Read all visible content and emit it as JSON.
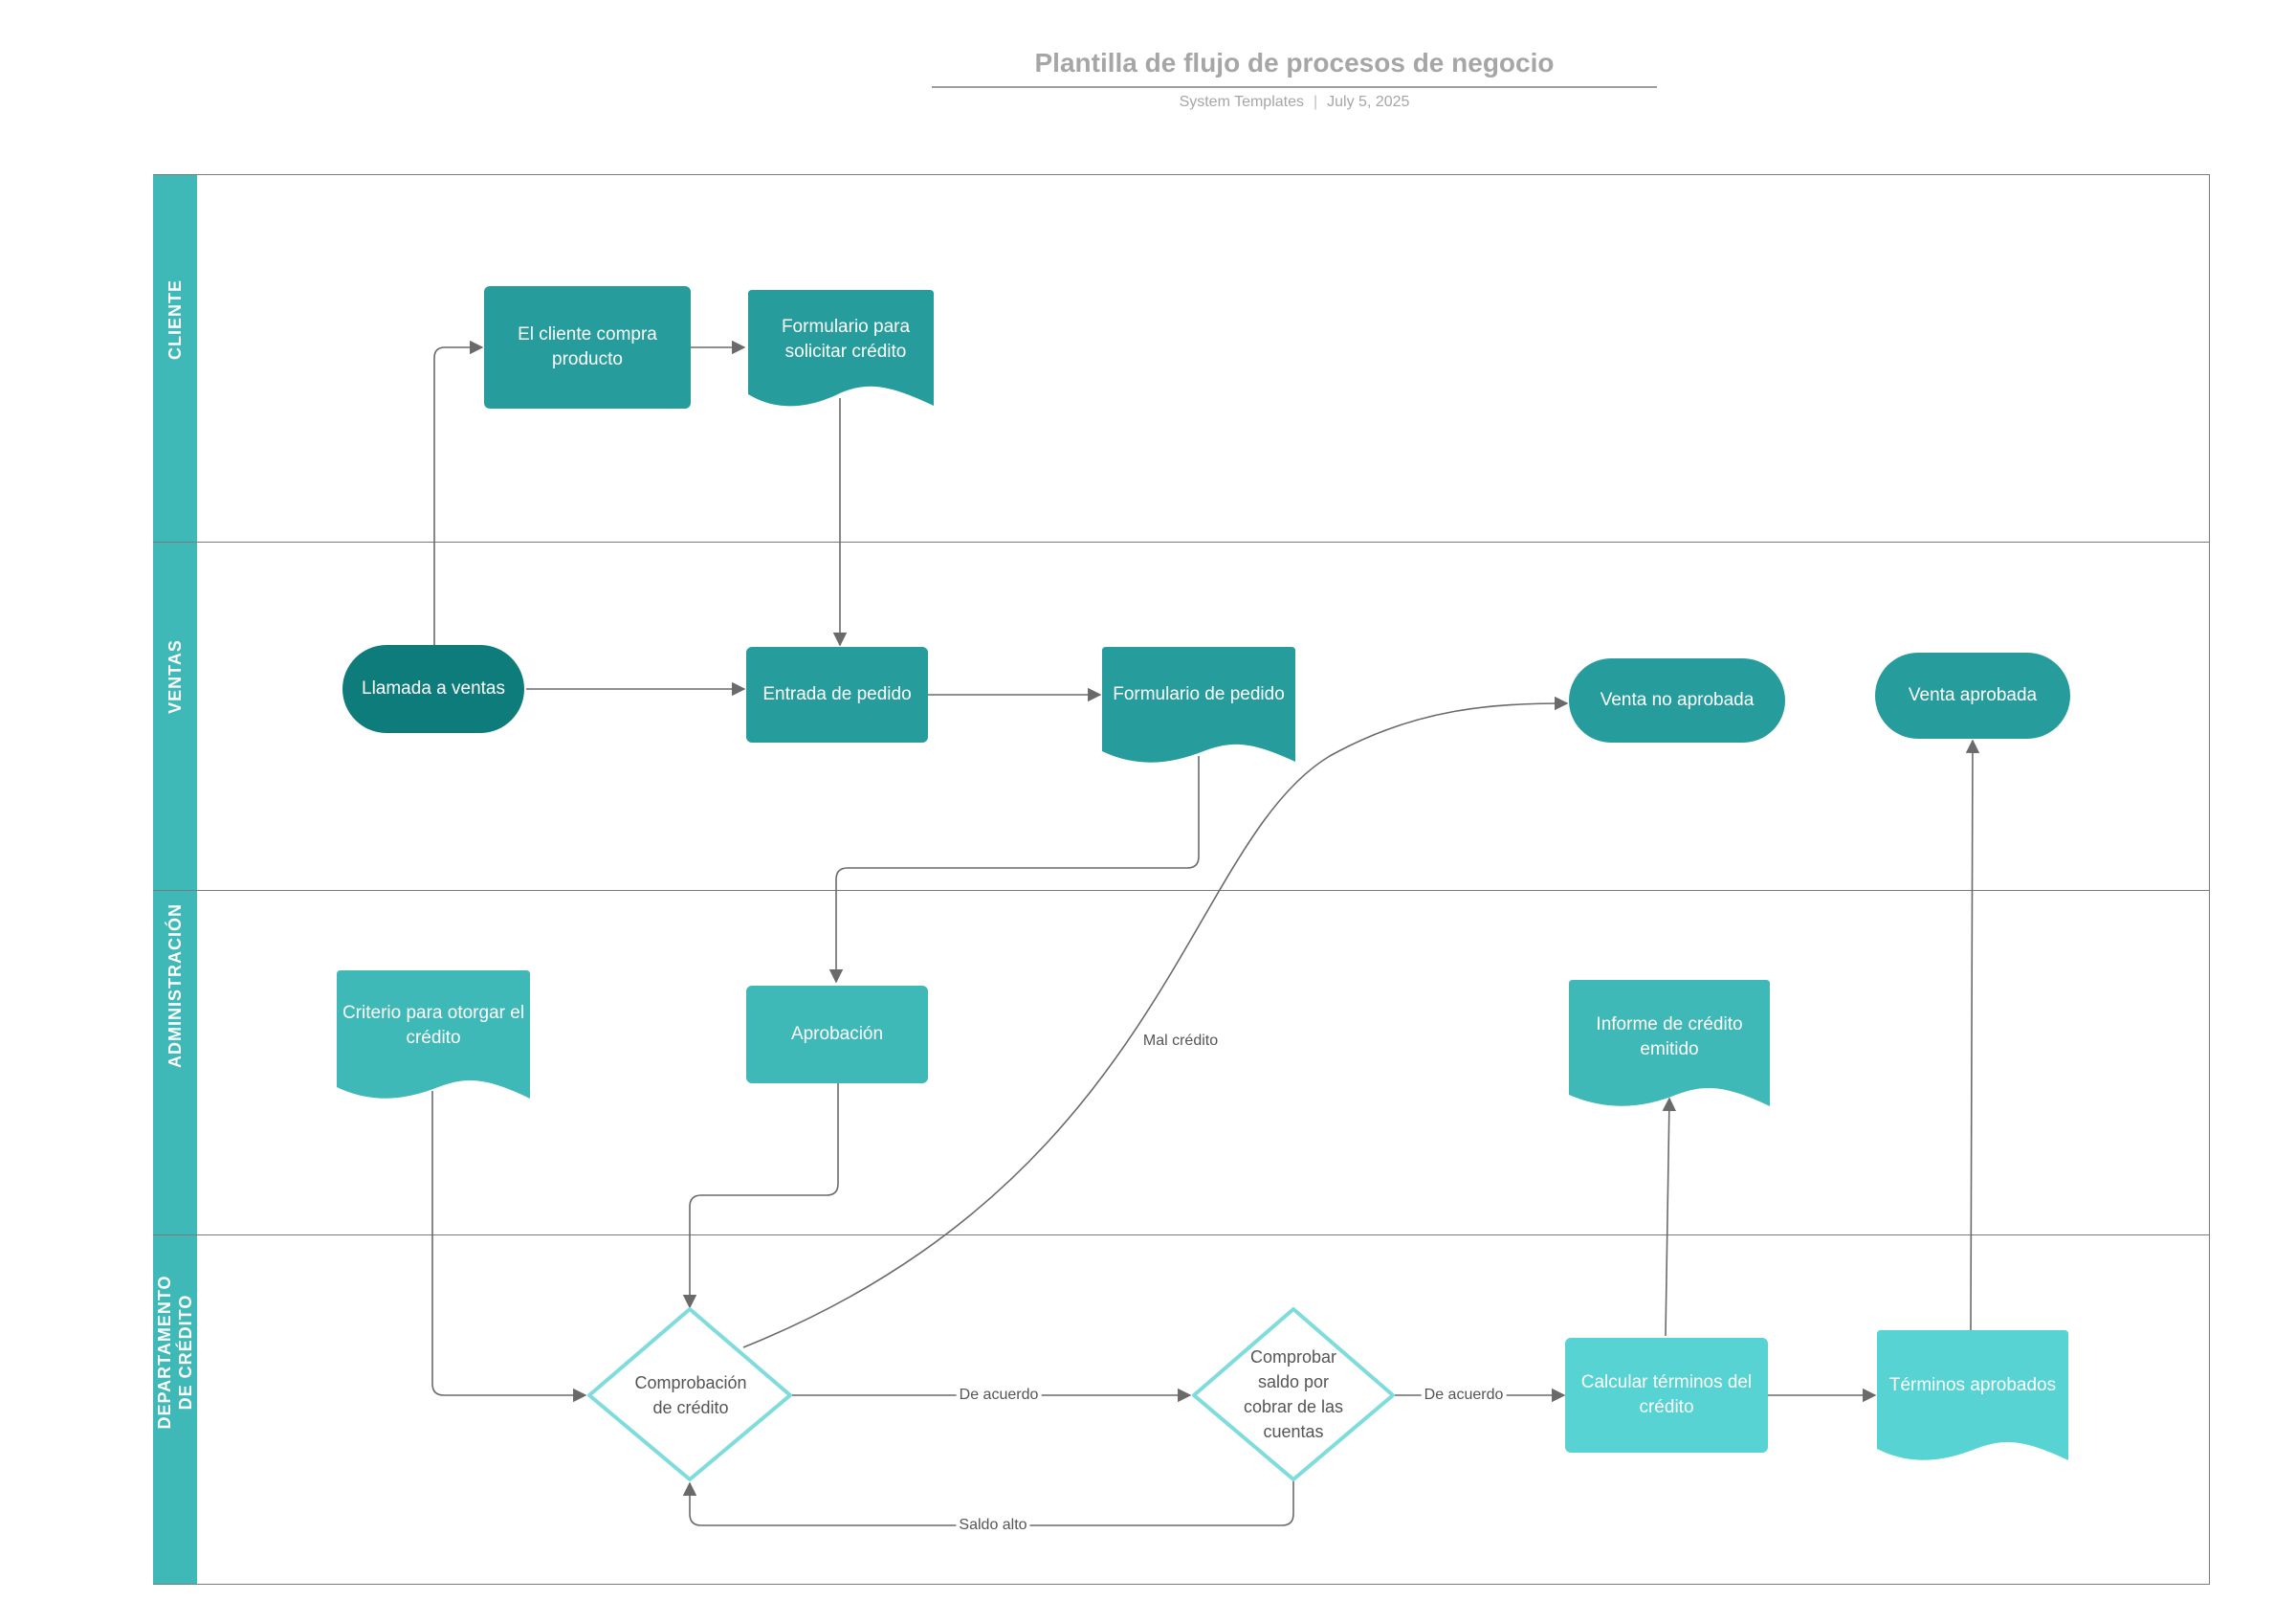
{
  "header": {
    "title": "Plantilla de flujo de procesos de negocio",
    "author": "System Templates",
    "date": "July 5, 2025"
  },
  "lanes": [
    {
      "label": "CLIENTE"
    },
    {
      "label": "VENTAS"
    },
    {
      "label": "ADMINISTRACIÓN"
    },
    {
      "label": "DEPARTAMENTO DE CRÉDITO"
    }
  ],
  "nodes": {
    "cliente_compra": "El cliente compra producto",
    "formulario_credito": "Formulario para solicitar crédito",
    "llamada_ventas": "Llamada a ventas",
    "entrada_pedido": "Entrada de pedido",
    "formulario_pedido": "Formulario de pedido",
    "venta_no_aprobada": "Venta no aprobada",
    "venta_aprobada": "Venta aprobada",
    "criterio_credito": "Criterio para otorgar el crédito",
    "aprobacion": "Aprobación",
    "informe_credito": "Informe de crédito emitido",
    "comprobacion_credito": "Comprobación de crédito",
    "comprobar_saldo": "Comprobar saldo por cobrar de las cuentas",
    "calcular_terminos": "Calcular términos del crédito",
    "terminos_aprobados": "Términos aprobados"
  },
  "edge_labels": {
    "mal_credito": "Mal crédito",
    "de_acuerdo_1": "De acuerdo",
    "de_acuerdo_2": "De acuerdo",
    "saldo_alto": "Saldo alto"
  },
  "colors": {
    "lane_bar": "#3fb8b8",
    "teal_dark": "#0f7c7c",
    "teal_mid": "#279c9c",
    "teal_light": "#3fb8b8",
    "cyan": "#57d3d3",
    "decision_stroke": "#7fdcdc",
    "connector": "#6a6a6a"
  }
}
